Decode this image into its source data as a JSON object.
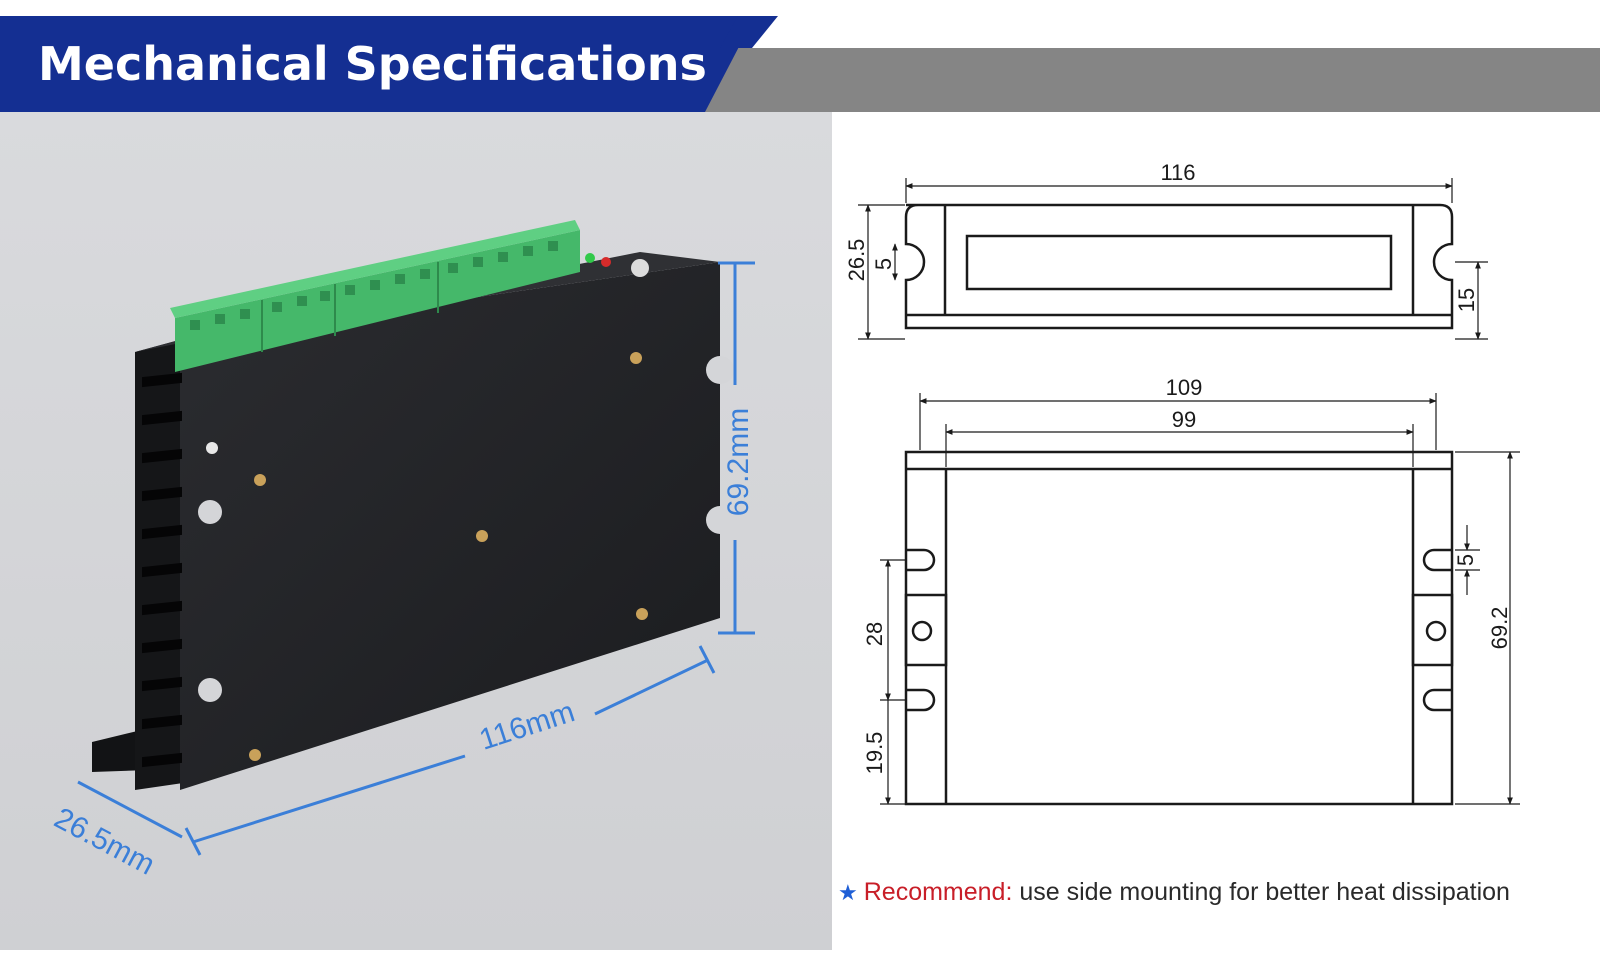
{
  "header": {
    "title": "Mechanical Specifications"
  },
  "photo": {
    "dim_height": "69.2mm",
    "dim_length": "116mm",
    "dim_depth": "26.5mm"
  },
  "drawing": {
    "top_view": {
      "width": "116",
      "height": "26.5",
      "slot": "5",
      "side": "15"
    },
    "front_view": {
      "outer": "109",
      "inner": "99",
      "height": "69.2",
      "slot": "5",
      "spacing": "28",
      "bottom": "19.5"
    }
  },
  "note": {
    "label": "Recommend",
    "sep": ":",
    "text": " use side mounting for better heat dissipation"
  },
  "colors": {
    "banner_blue": "#142f92",
    "banner_grey": "#858585",
    "dimension_blue": "#3b7fd8",
    "recommend_red": "#c81e28",
    "terminal_green": "#45b86a"
  }
}
